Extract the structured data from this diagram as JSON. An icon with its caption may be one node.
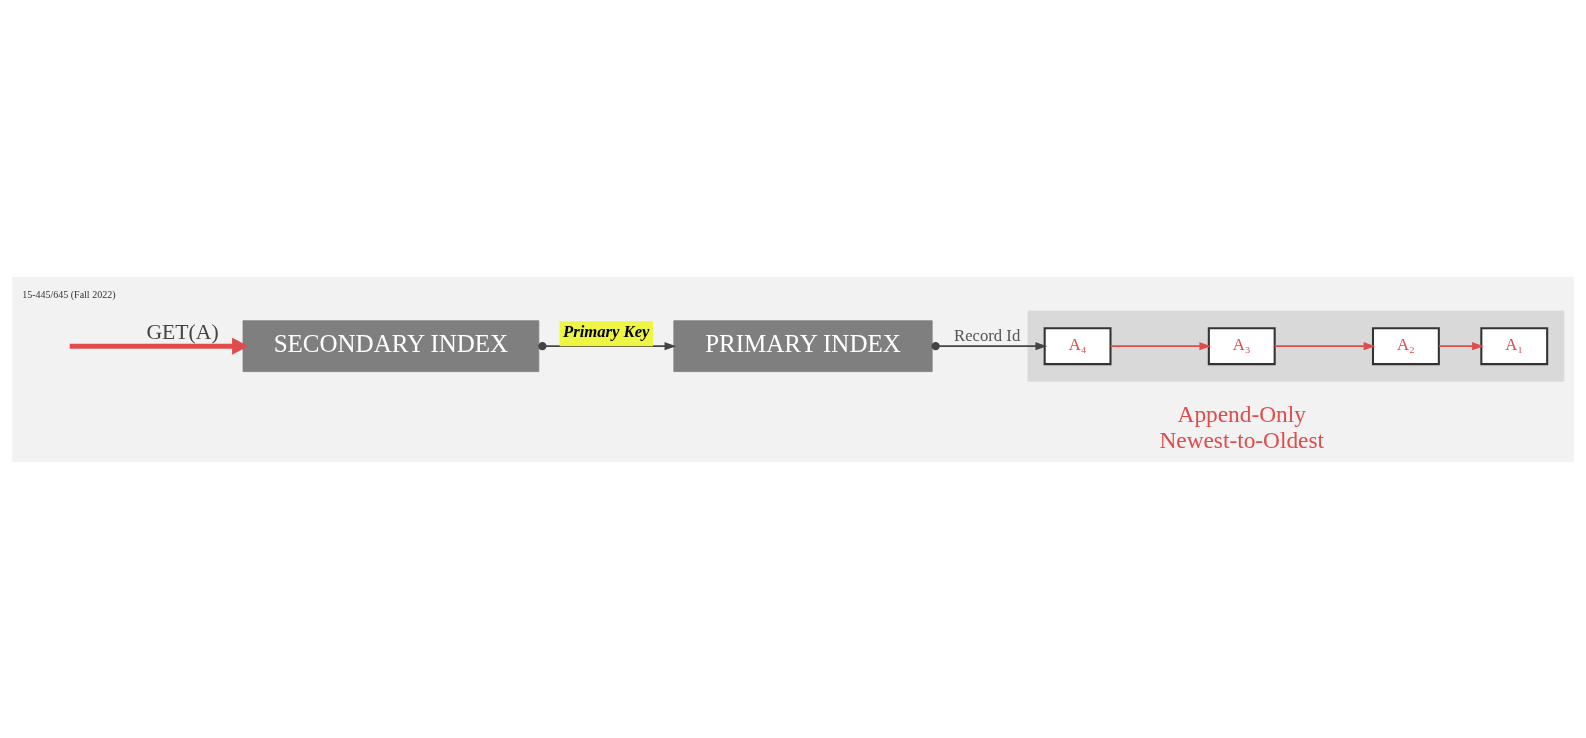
{
  "diagram": {
    "nodes": [
      {
        "text": [
          "PRIMARY INDEX"
        ]
      },
      {
        "text": [
          "SECONDARY INDEX"
        ]
      },
      {
        "text": [],
        "shape": "box"
      },
      {
        "text": [
          "A₄"
        ],
        "in": 2
      },
      {
        "text": [
          "A₃"
        ],
        "in": 2
      },
      {
        "text": [
          "A₂"
        ],
        "in": 2
      },
      {
        "text": [
          "A₁"
        ],
        "in": 2
      }
    ],
    "edges": [
      {
        "from": null,
        "to": 1,
        "arrow": "to",
        "label": "GET(A)",
        "style": "thick"
      },
      {
        "from": 1,
        "to": 0,
        "arrow": "to",
        "label": "Primary Key",
        "color": "#444444"
      },
      {
        "from": 0,
        "to": 3,
        "arrow": "to",
        "label": "Record Id",
        "color": "#444444"
      },
      {
        "from": 3,
        "to": 4,
        "arrow": "to"
      },
      {
        "from": 4,
        "to": 5,
        "arrow": "to"
      },
      {
        "from": 5,
        "to": 6,
        "arrow": "to"
      }
    ],
    "labels": [
      "Append-Only Newest-to-Oldest",
      "15-445/645 (Fall 2022)"
    ]
  }
}
